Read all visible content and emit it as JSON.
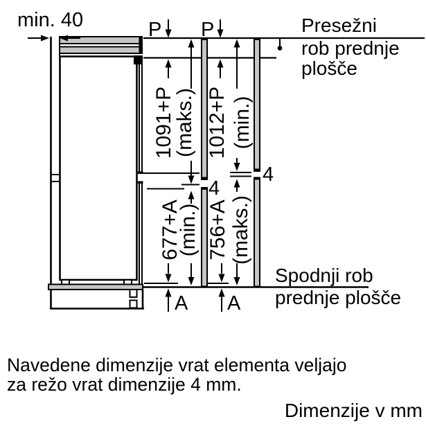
{
  "colors": {
    "line": "#000000",
    "panel": "#c6c6c6",
    "background": "#ffffff"
  },
  "annotations": {
    "min_width": "min. 40",
    "p_label_left": "P",
    "p_label_right": "P",
    "a_label_left": "A",
    "a_label_right": "A",
    "gap_label_bar1": "4",
    "gap_label_bar2": "4",
    "dim_upper_left": {
      "value": "1091+P",
      "qualifier": "(maks.)"
    },
    "dim_upper_right": {
      "value": "1012+P",
      "qualifier": "(min.)"
    },
    "dim_lower_left": {
      "value": "677+A",
      "qualifier": "(min.)"
    },
    "dim_lower_right": {
      "value": "756+A",
      "qualifier": "(maks.)"
    },
    "top_edge_label": {
      "line1": "Presežni",
      "line2": "rob prednje",
      "line3": "plošče"
    },
    "bottom_edge_label": {
      "line1": "Spodnji rob",
      "line2": "prednje plošče"
    }
  },
  "footnote": {
    "line1": "Navedene dimenzije vrat elementa veljajo",
    "line2": "za režo vrat dimenzije 4 mm.",
    "units": "Dimenzije v mm"
  }
}
